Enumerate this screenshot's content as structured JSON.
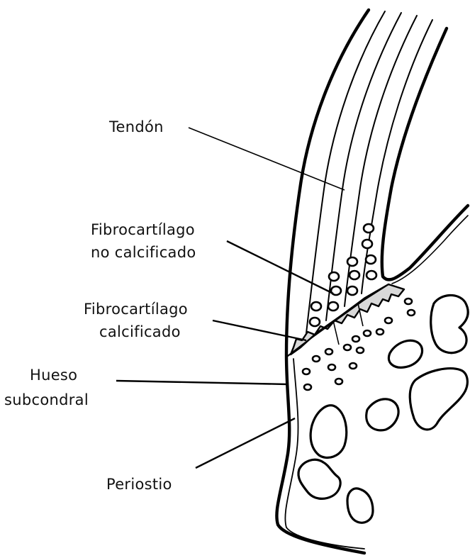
{
  "labels": {
    "tendon": "Tendón",
    "fibro_uncalc_1": "Fibrocartílago",
    "fibro_uncalc_2": "no calcificado",
    "fibro_calc_1": "Fibrocartílago",
    "fibro_calc_2": "calcificado",
    "bone_1": "Hueso",
    "bone_2": "subcondral",
    "periosteum": "Periostio"
  },
  "colors": {
    "ink": "#000000",
    "calcified_band": "#d9d9d9",
    "background": "#ffffff"
  }
}
